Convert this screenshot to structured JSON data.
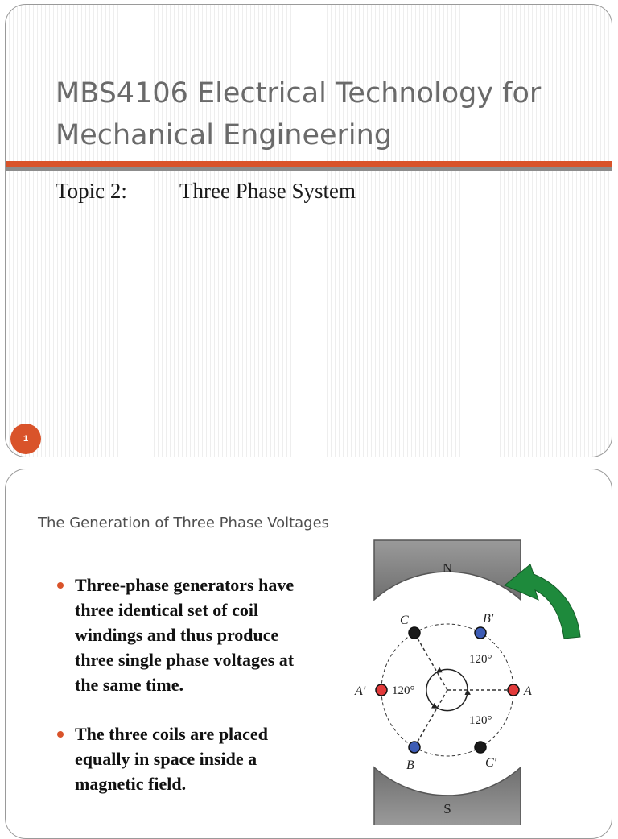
{
  "slide1": {
    "title": "MBS4106 Electrical Technology for Mechanical Engineering",
    "topic_label": "Topic 2:",
    "topic_name": "Three Phase System",
    "page_number": "1"
  },
  "slide2": {
    "subtitle": "The Generation of Three Phase Voltages",
    "bullets": [
      "Three-phase generators have three identical set of coil windings and thus produce three single phase voltages at the same time.",
      "The three coils are placed equally in space inside a magnetic field."
    ],
    "diagram": {
      "pole_north": "N",
      "pole_south": "S",
      "coil_labels": {
        "a": "A",
        "a_prime": "A′",
        "b": "B",
        "b_prime": "B′",
        "c": "C",
        "c_prime": "C′"
      },
      "angle_labels": [
        "120°",
        "120°",
        "120°"
      ],
      "colors": {
        "pole": "#8f8f8f",
        "arrow": "#1e8a3c",
        "coil_a": "#e23a3a",
        "coil_b": "#3d5cb5",
        "coil_c": "#1a1a1a",
        "accent": "#d9532a"
      }
    }
  }
}
